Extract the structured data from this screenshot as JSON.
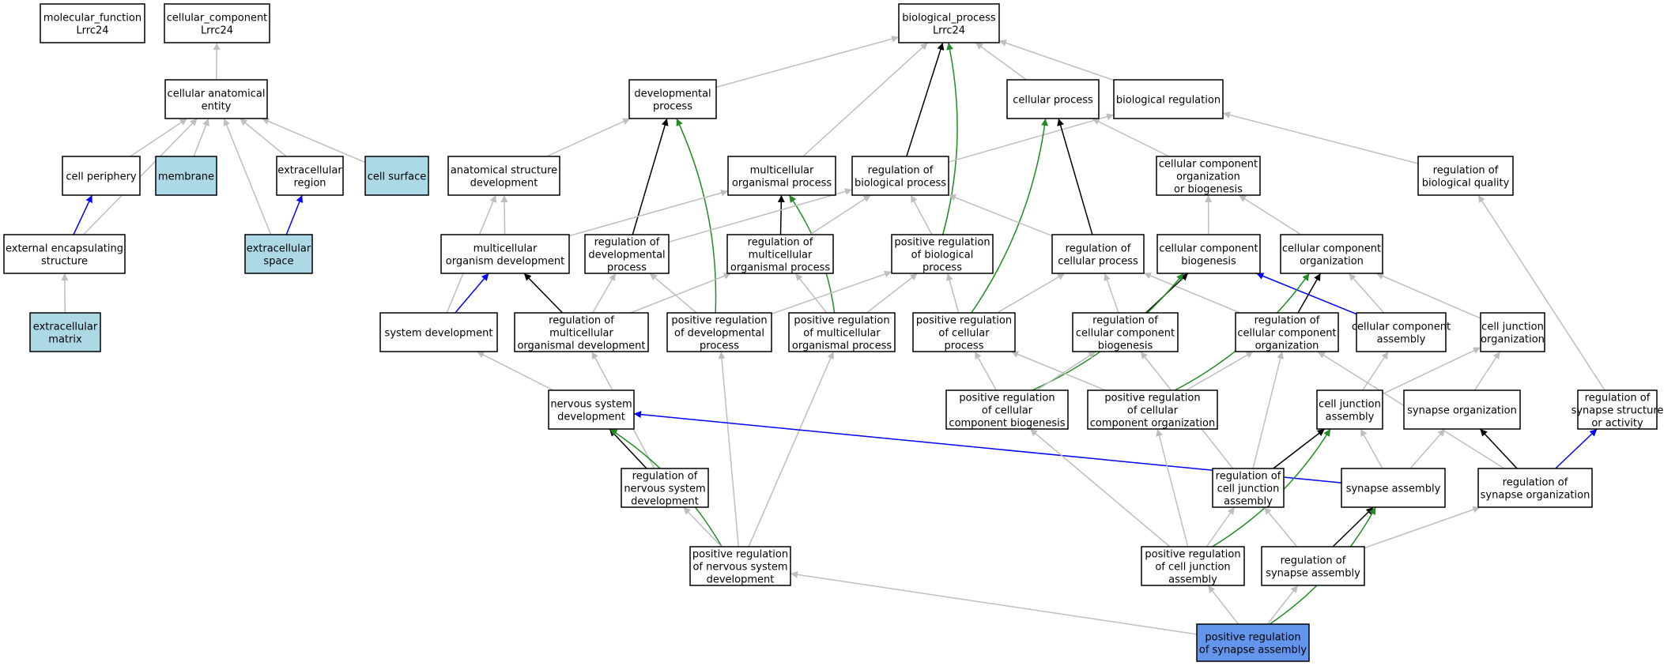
{
  "colors": {
    "node_default": "#ffffff",
    "node_annotated": "#add8e6",
    "node_focus": "#6495ed",
    "edge_is_a": "#bebebe",
    "edge_part_of": "#0000ff",
    "edge_regulates": "#000000",
    "edge_positively_regulates": "#228b22"
  },
  "nodes": [
    {
      "id": "mf",
      "lines": [
        "molecular_function",
        "Lrrc24"
      ],
      "style": "default"
    },
    {
      "id": "cc",
      "lines": [
        "cellular_component",
        "Lrrc24"
      ],
      "style": "default"
    },
    {
      "id": "bp",
      "lines": [
        "biological_process",
        "Lrrc24"
      ],
      "style": "default"
    },
    {
      "id": "cae",
      "lines": [
        "cellular anatomical",
        "entity"
      ],
      "style": "default"
    },
    {
      "id": "devp",
      "lines": [
        "developmental",
        "process"
      ],
      "style": "default"
    },
    {
      "id": "cellp",
      "lines": [
        "cellular process"
      ],
      "style": "default"
    },
    {
      "id": "bioreg",
      "lines": [
        "biological regulation"
      ],
      "style": "default"
    },
    {
      "id": "cperiph",
      "lines": [
        "cell periphery"
      ],
      "style": "default"
    },
    {
      "id": "membrane",
      "lines": [
        "membrane"
      ],
      "style": "annotated"
    },
    {
      "id": "exreg",
      "lines": [
        "extracellular",
        "region"
      ],
      "style": "default"
    },
    {
      "id": "csurf",
      "lines": [
        "cell surface"
      ],
      "style": "annotated"
    },
    {
      "id": "asd",
      "lines": [
        "anatomical structure",
        "development"
      ],
      "style": "default"
    },
    {
      "id": "mop",
      "lines": [
        "multicellular",
        "organismal process"
      ],
      "style": "default"
    },
    {
      "id": "rbp",
      "lines": [
        "regulation of",
        "biological process"
      ],
      "style": "default"
    },
    {
      "id": "ccob",
      "lines": [
        "cellular component",
        "organization",
        "or biogenesis"
      ],
      "style": "default"
    },
    {
      "id": "rbq",
      "lines": [
        "regulation of",
        "biological quality"
      ],
      "style": "default"
    },
    {
      "id": "ees",
      "lines": [
        "external encapsulating",
        "structure"
      ],
      "style": "default"
    },
    {
      "id": "exspace",
      "lines": [
        "extracellular",
        "space"
      ],
      "style": "annotated"
    },
    {
      "id": "mod",
      "lines": [
        "multicellular",
        "organism development"
      ],
      "style": "default"
    },
    {
      "id": "rdp",
      "lines": [
        "regulation of",
        "developmental",
        "process"
      ],
      "style": "default"
    },
    {
      "id": "rmop",
      "lines": [
        "regulation of",
        "multicellular",
        "organismal process"
      ],
      "style": "default"
    },
    {
      "id": "prbp",
      "lines": [
        "positive regulation",
        "of biological",
        "process"
      ],
      "style": "default"
    },
    {
      "id": "rcp",
      "lines": [
        "regulation of",
        "cellular process"
      ],
      "style": "default"
    },
    {
      "id": "ccb",
      "lines": [
        "cellular component",
        "biogenesis"
      ],
      "style": "default"
    },
    {
      "id": "cco",
      "lines": [
        "cellular component",
        "organization"
      ],
      "style": "default"
    },
    {
      "id": "exmatrix",
      "lines": [
        "extracellular",
        "matrix"
      ],
      "style": "annotated"
    },
    {
      "id": "sysdev",
      "lines": [
        "system development"
      ],
      "style": "default"
    },
    {
      "id": "rmod",
      "lines": [
        "regulation of",
        "multicellular",
        "organismal development"
      ],
      "style": "default"
    },
    {
      "id": "prdp",
      "lines": [
        "positive regulation",
        "of developmental",
        "process"
      ],
      "style": "default"
    },
    {
      "id": "prmop",
      "lines": [
        "positive regulation",
        "of multicellular",
        "organismal process"
      ],
      "style": "default"
    },
    {
      "id": "prcp",
      "lines": [
        "positive regulation",
        "of cellular",
        "process"
      ],
      "style": "default"
    },
    {
      "id": "rccb",
      "lines": [
        "regulation of",
        "cellular component",
        "biogenesis"
      ],
      "style": "default"
    },
    {
      "id": "rcco",
      "lines": [
        "regulation of",
        "cellular component",
        "organization"
      ],
      "style": "default"
    },
    {
      "id": "cca",
      "lines": [
        "cellular component",
        "assembly"
      ],
      "style": "default"
    },
    {
      "id": "cjo",
      "lines": [
        "cell junction",
        "organization"
      ],
      "style": "default"
    },
    {
      "id": "nsd",
      "lines": [
        "nervous system",
        "development"
      ],
      "style": "default"
    },
    {
      "id": "prccb",
      "lines": [
        "positive regulation",
        "of cellular",
        "component biogenesis"
      ],
      "style": "default"
    },
    {
      "id": "prcco",
      "lines": [
        "positive regulation",
        "of cellular",
        "component organization"
      ],
      "style": "default"
    },
    {
      "id": "cja",
      "lines": [
        "cell junction",
        "assembly"
      ],
      "style": "default"
    },
    {
      "id": "synorg",
      "lines": [
        "synapse organization"
      ],
      "style": "default"
    },
    {
      "id": "rssa",
      "lines": [
        "regulation of",
        "synapse structure",
        "or activity"
      ],
      "style": "default"
    },
    {
      "id": "rnsd",
      "lines": [
        "regulation of",
        "nervous system",
        "development"
      ],
      "style": "default"
    },
    {
      "id": "rcja",
      "lines": [
        "regulation of",
        "cell junction",
        "assembly"
      ],
      "style": "default"
    },
    {
      "id": "synasm",
      "lines": [
        "synapse assembly"
      ],
      "style": "default"
    },
    {
      "id": "rso",
      "lines": [
        "regulation of",
        "synapse organization"
      ],
      "style": "default"
    },
    {
      "id": "prnsd",
      "lines": [
        "positive regulation",
        "of nervous system",
        "development"
      ],
      "style": "default"
    },
    {
      "id": "prcja",
      "lines": [
        "positive regulation",
        "of cell junction",
        "assembly"
      ],
      "style": "default"
    },
    {
      "id": "rsa",
      "lines": [
        "regulation of",
        "synapse assembly"
      ],
      "style": "default"
    },
    {
      "id": "prsa",
      "lines": [
        "positive regulation",
        "of synapse assembly"
      ],
      "style": "focus"
    }
  ],
  "edges": [
    {
      "from": "cae",
      "to": "cc",
      "type": "is_a"
    },
    {
      "from": "devp",
      "to": "bp",
      "type": "is_a"
    },
    {
      "from": "cellp",
      "to": "bp",
      "type": "is_a"
    },
    {
      "from": "bioreg",
      "to": "bp",
      "type": "is_a"
    },
    {
      "from": "mop",
      "to": "bp",
      "type": "is_a"
    },
    {
      "from": "rbp",
      "to": "bp",
      "type": "regulates"
    },
    {
      "from": "prbp",
      "to": "bp",
      "type": "positively_regulates"
    },
    {
      "from": "cperiph",
      "to": "cae",
      "type": "is_a"
    },
    {
      "from": "membrane",
      "to": "cae",
      "type": "is_a"
    },
    {
      "from": "exreg",
      "to": "cae",
      "type": "is_a"
    },
    {
      "from": "csurf",
      "to": "cae",
      "type": "is_a"
    },
    {
      "from": "ees",
      "to": "cae",
      "type": "is_a"
    },
    {
      "from": "exspace",
      "to": "cae",
      "type": "is_a"
    },
    {
      "from": "ees",
      "to": "cperiph",
      "type": "part_of"
    },
    {
      "from": "exspace",
      "to": "exreg",
      "type": "part_of"
    },
    {
      "from": "exmatrix",
      "to": "ees",
      "type": "is_a"
    },
    {
      "from": "asd",
      "to": "devp",
      "type": "is_a"
    },
    {
      "from": "rdp",
      "to": "devp",
      "type": "regulates"
    },
    {
      "from": "prdp",
      "to": "devp",
      "type": "positively_regulates"
    },
    {
      "from": "rbp",
      "to": "bioreg",
      "type": "is_a"
    },
    {
      "from": "ccob",
      "to": "cellp",
      "type": "is_a"
    },
    {
      "from": "rcp",
      "to": "cellp",
      "type": "regulates"
    },
    {
      "from": "prcp",
      "to": "cellp",
      "type": "positively_regulates"
    },
    {
      "from": "rbq",
      "to": "bioreg",
      "type": "is_a"
    },
    {
      "from": "mod",
      "to": "asd",
      "type": "is_a"
    },
    {
      "from": "sysdev",
      "to": "asd",
      "type": "is_a"
    },
    {
      "from": "mod",
      "to": "mop",
      "type": "is_a"
    },
    {
      "from": "rmop",
      "to": "mop",
      "type": "regulates"
    },
    {
      "from": "prmop",
      "to": "mop",
      "type": "positively_regulates"
    },
    {
      "from": "rdp",
      "to": "rbp",
      "type": "is_a"
    },
    {
      "from": "rmop",
      "to": "rbp",
      "type": "is_a"
    },
    {
      "from": "prbp",
      "to": "rbp",
      "type": "is_a"
    },
    {
      "from": "rcp",
      "to": "rbp",
      "type": "is_a"
    },
    {
      "from": "ccb",
      "to": "ccob",
      "type": "is_a"
    },
    {
      "from": "cco",
      "to": "ccob",
      "type": "is_a"
    },
    {
      "from": "rssa",
      "to": "rbq",
      "type": "is_a"
    },
    {
      "from": "sysdev",
      "to": "mod",
      "type": "part_of"
    },
    {
      "from": "rmod",
      "to": "mod",
      "type": "regulates"
    },
    {
      "from": "rmod",
      "to": "rdp",
      "type": "is_a"
    },
    {
      "from": "prdp",
      "to": "rdp",
      "type": "is_a"
    },
    {
      "from": "rmod",
      "to": "rmop",
      "type": "is_a"
    },
    {
      "from": "prmop",
      "to": "rmop",
      "type": "is_a"
    },
    {
      "from": "prdp",
      "to": "prbp",
      "type": "is_a"
    },
    {
      "from": "prmop",
      "to": "prbp",
      "type": "is_a"
    },
    {
      "from": "prcp",
      "to": "prbp",
      "type": "is_a"
    },
    {
      "from": "prcp",
      "to": "rcp",
      "type": "is_a"
    },
    {
      "from": "rccb",
      "to": "rcp",
      "type": "is_a"
    },
    {
      "from": "rcco",
      "to": "rcp",
      "type": "is_a"
    },
    {
      "from": "rccb",
      "to": "ccb",
      "type": "regulates"
    },
    {
      "from": "prccb",
      "to": "ccb",
      "type": "positively_regulates"
    },
    {
      "from": "cca",
      "to": "ccb",
      "type": "part_of"
    },
    {
      "from": "rcco",
      "to": "cco",
      "type": "regulates"
    },
    {
      "from": "prcco",
      "to": "cco",
      "type": "positively_regulates"
    },
    {
      "from": "cca",
      "to": "cco",
      "type": "is_a"
    },
    {
      "from": "cjo",
      "to": "cco",
      "type": "is_a"
    },
    {
      "from": "nsd",
      "to": "sysdev",
      "type": "is_a"
    },
    {
      "from": "rnsd",
      "to": "rmod",
      "type": "is_a"
    },
    {
      "from": "prnsd",
      "to": "prdp",
      "type": "is_a"
    },
    {
      "from": "prnsd",
      "to": "prmop",
      "type": "is_a"
    },
    {
      "from": "prccb",
      "to": "prcp",
      "type": "is_a"
    },
    {
      "from": "prcco",
      "to": "prcp",
      "type": "is_a"
    },
    {
      "from": "prccb",
      "to": "rccb",
      "type": "is_a"
    },
    {
      "from": "prcco",
      "to": "rcco",
      "type": "is_a"
    },
    {
      "from": "rcja",
      "to": "rccb",
      "type": "is_a"
    },
    {
      "from": "rcja",
      "to": "rcco",
      "type": "is_a"
    },
    {
      "from": "rso",
      "to": "rcco",
      "type": "is_a"
    },
    {
      "from": "cja",
      "to": "cca",
      "type": "is_a"
    },
    {
      "from": "cja",
      "to": "cjo",
      "type": "is_a"
    },
    {
      "from": "synorg",
      "to": "cjo",
      "type": "is_a"
    },
    {
      "from": "rnsd",
      "to": "nsd",
      "type": "regulates"
    },
    {
      "from": "prnsd",
      "to": "nsd",
      "type": "positively_regulates"
    },
    {
      "from": "synasm",
      "to": "nsd",
      "type": "part_of"
    },
    {
      "from": "prnsd",
      "to": "rnsd",
      "type": "is_a"
    },
    {
      "from": "rcja",
      "to": "cja",
      "type": "regulates"
    },
    {
      "from": "prcja",
      "to": "cja",
      "type": "positively_regulates"
    },
    {
      "from": "synasm",
      "to": "cja",
      "type": "is_a"
    },
    {
      "from": "synasm",
      "to": "synorg",
      "type": "is_a"
    },
    {
      "from": "rso",
      "to": "synorg",
      "type": "regulates"
    },
    {
      "from": "rso",
      "to": "rssa",
      "type": "part_of"
    },
    {
      "from": "prcja",
      "to": "prccb",
      "type": "is_a"
    },
    {
      "from": "prcja",
      "to": "prcco",
      "type": "is_a"
    },
    {
      "from": "prcja",
      "to": "rcja",
      "type": "is_a"
    },
    {
      "from": "rsa",
      "to": "rcja",
      "type": "is_a"
    },
    {
      "from": "rsa",
      "to": "synasm",
      "type": "regulates"
    },
    {
      "from": "rsa",
      "to": "rso",
      "type": "is_a"
    },
    {
      "from": "prsa",
      "to": "prnsd",
      "type": "is_a"
    },
    {
      "from": "prsa",
      "to": "prcja",
      "type": "is_a"
    },
    {
      "from": "prsa",
      "to": "rsa",
      "type": "is_a"
    },
    {
      "from": "prsa",
      "to": "synasm",
      "type": "positively_regulates"
    }
  ]
}
